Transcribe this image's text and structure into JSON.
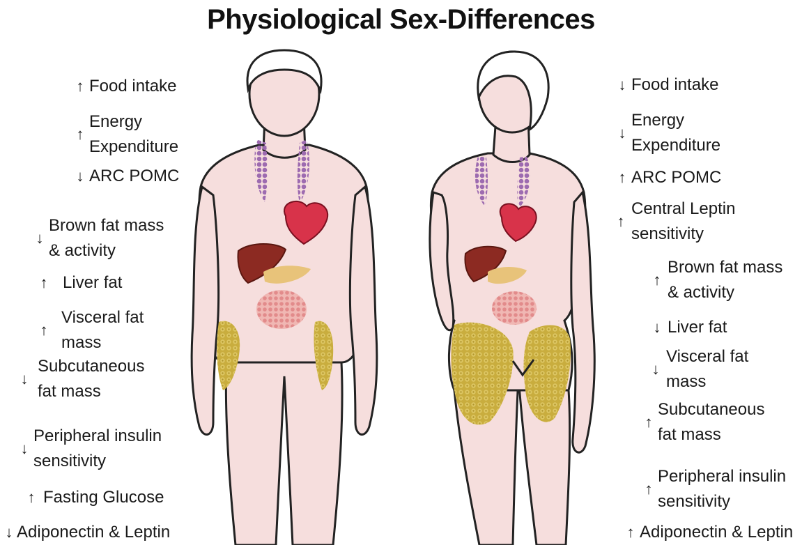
{
  "title": "Physiological Sex-Differences",
  "figures": {
    "male": {
      "icon": "male-body-figure"
    },
    "female": {
      "icon": "female-body-figure"
    }
  },
  "colors": {
    "skin": "#f6dedd",
    "outline": "#222222",
    "lymph": "#9d6bb0",
    "heart": "#d8334a",
    "liver": "#8c2a22",
    "pancreas": "#e8c37a",
    "intestine": "#e28b8b",
    "fat": "#c9ad3e"
  },
  "male_labels": [
    {
      "arrow": "↑",
      "line1": "Food intake",
      "line2": ""
    },
    {
      "arrow": "↑",
      "line1": "Energy",
      "line2": "Expenditure"
    },
    {
      "arrow": "↓",
      "line1": "ARC POMC",
      "line2": ""
    },
    {
      "arrow": "↓",
      "line1": "Brown fat mass",
      "line2": "& activity"
    },
    {
      "arrow": "↑",
      "line1": "Liver fat",
      "line2": ""
    },
    {
      "arrow": "↑",
      "line1": "Visceral fat",
      "line2": "mass"
    },
    {
      "arrow": "↓",
      "line1": "Subcutaneous",
      "line2": "fat mass"
    },
    {
      "arrow": "↓",
      "line1": "Peripheral insulin",
      "line2": "sensitivity"
    },
    {
      "arrow": "↑",
      "line1": "Fasting Glucose",
      "line2": ""
    },
    {
      "arrow": "↓",
      "line1": "Adiponectin & Leptin",
      "line2": ""
    }
  ],
  "female_labels": [
    {
      "arrow": "↓",
      "line1": "Food intake",
      "line2": ""
    },
    {
      "arrow": "↓",
      "line1": "Energy",
      "line2": "Expenditure"
    },
    {
      "arrow": "↑",
      "line1": "ARC POMC",
      "line2": ""
    },
    {
      "arrow": "↑",
      "line1": "Central Leptin",
      "line2": "sensitivity"
    },
    {
      "arrow": "↑",
      "line1": "Brown fat mass",
      "line2": "& activity"
    },
    {
      "arrow": "↓",
      "line1": "Liver fat",
      "line2": ""
    },
    {
      "arrow": "↓",
      "line1": "Visceral fat",
      "line2": "mass"
    },
    {
      "arrow": "↑",
      "line1": "Subcutaneous",
      "line2": "fat mass"
    },
    {
      "arrow": "↑",
      "line1": "Peripheral insulin",
      "line2": "sensitivity"
    },
    {
      "arrow": "↑",
      "line1": "Adiponectin & Leptin",
      "line2": ""
    }
  ]
}
